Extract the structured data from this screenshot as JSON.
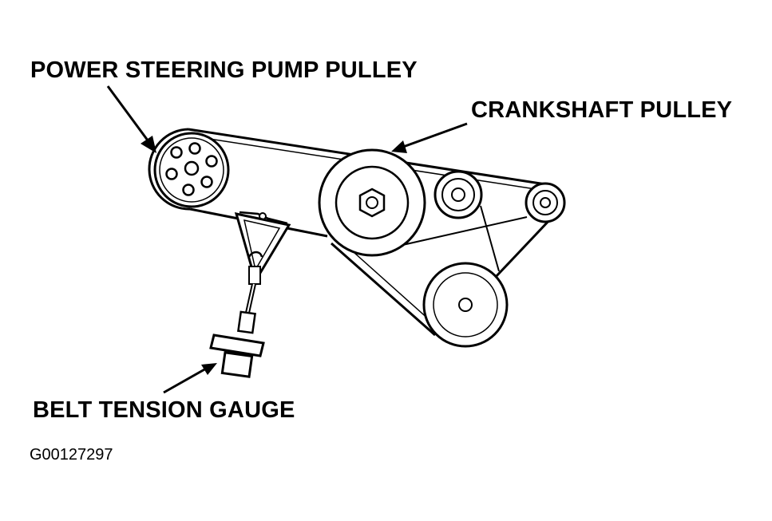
{
  "labels": {
    "power_steering_pump_pulley": "POWER STEERING PUMP PULLEY",
    "crankshaft_pulley": "CRANKSHAFT PULLEY",
    "belt_tension_gauge": "BELT TENSION GAUGE"
  },
  "figure_id": "G00127297",
  "colors": {
    "ink": "#000000",
    "paper": "#ffffff"
  }
}
